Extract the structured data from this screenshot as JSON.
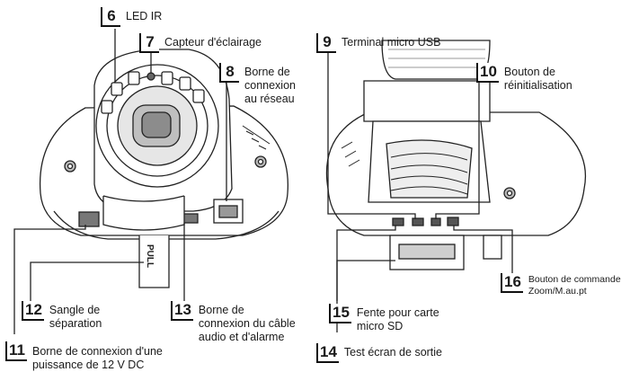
{
  "callouts": [
    {
      "number": "6",
      "label": "LED IR"
    },
    {
      "number": "7",
      "label": "Capteur d'éclairage"
    },
    {
      "number": "8",
      "label": "Borne de\nconnexion\nau réseau"
    },
    {
      "number": "9",
      "label": "Terminal micro USB"
    },
    {
      "number": "10",
      "label": "Bouton de\nréinitialisation"
    },
    {
      "number": "11",
      "label": "Borne de connexion d'une\npuissance de 12 V DC"
    },
    {
      "number": "12",
      "label": "Sangle de\nséparation"
    },
    {
      "number": "13",
      "label": "Borne de\nconnexion du câble\naudio et d'alarme"
    },
    {
      "number": "14",
      "label": "Test écran de sortie"
    },
    {
      "number": "15",
      "label": "Fente pour carte\nmicro SD"
    },
    {
      "number": "16",
      "label": "Bouton de commande\nZoom/M.au.pt"
    }
  ],
  "strap_text": "PULL",
  "colors": {
    "ink": "#1a1a1a",
    "line": "#222222",
    "body_fill": "#ffffff",
    "shade": "#d9d9d9",
    "dark": "#555555"
  }
}
